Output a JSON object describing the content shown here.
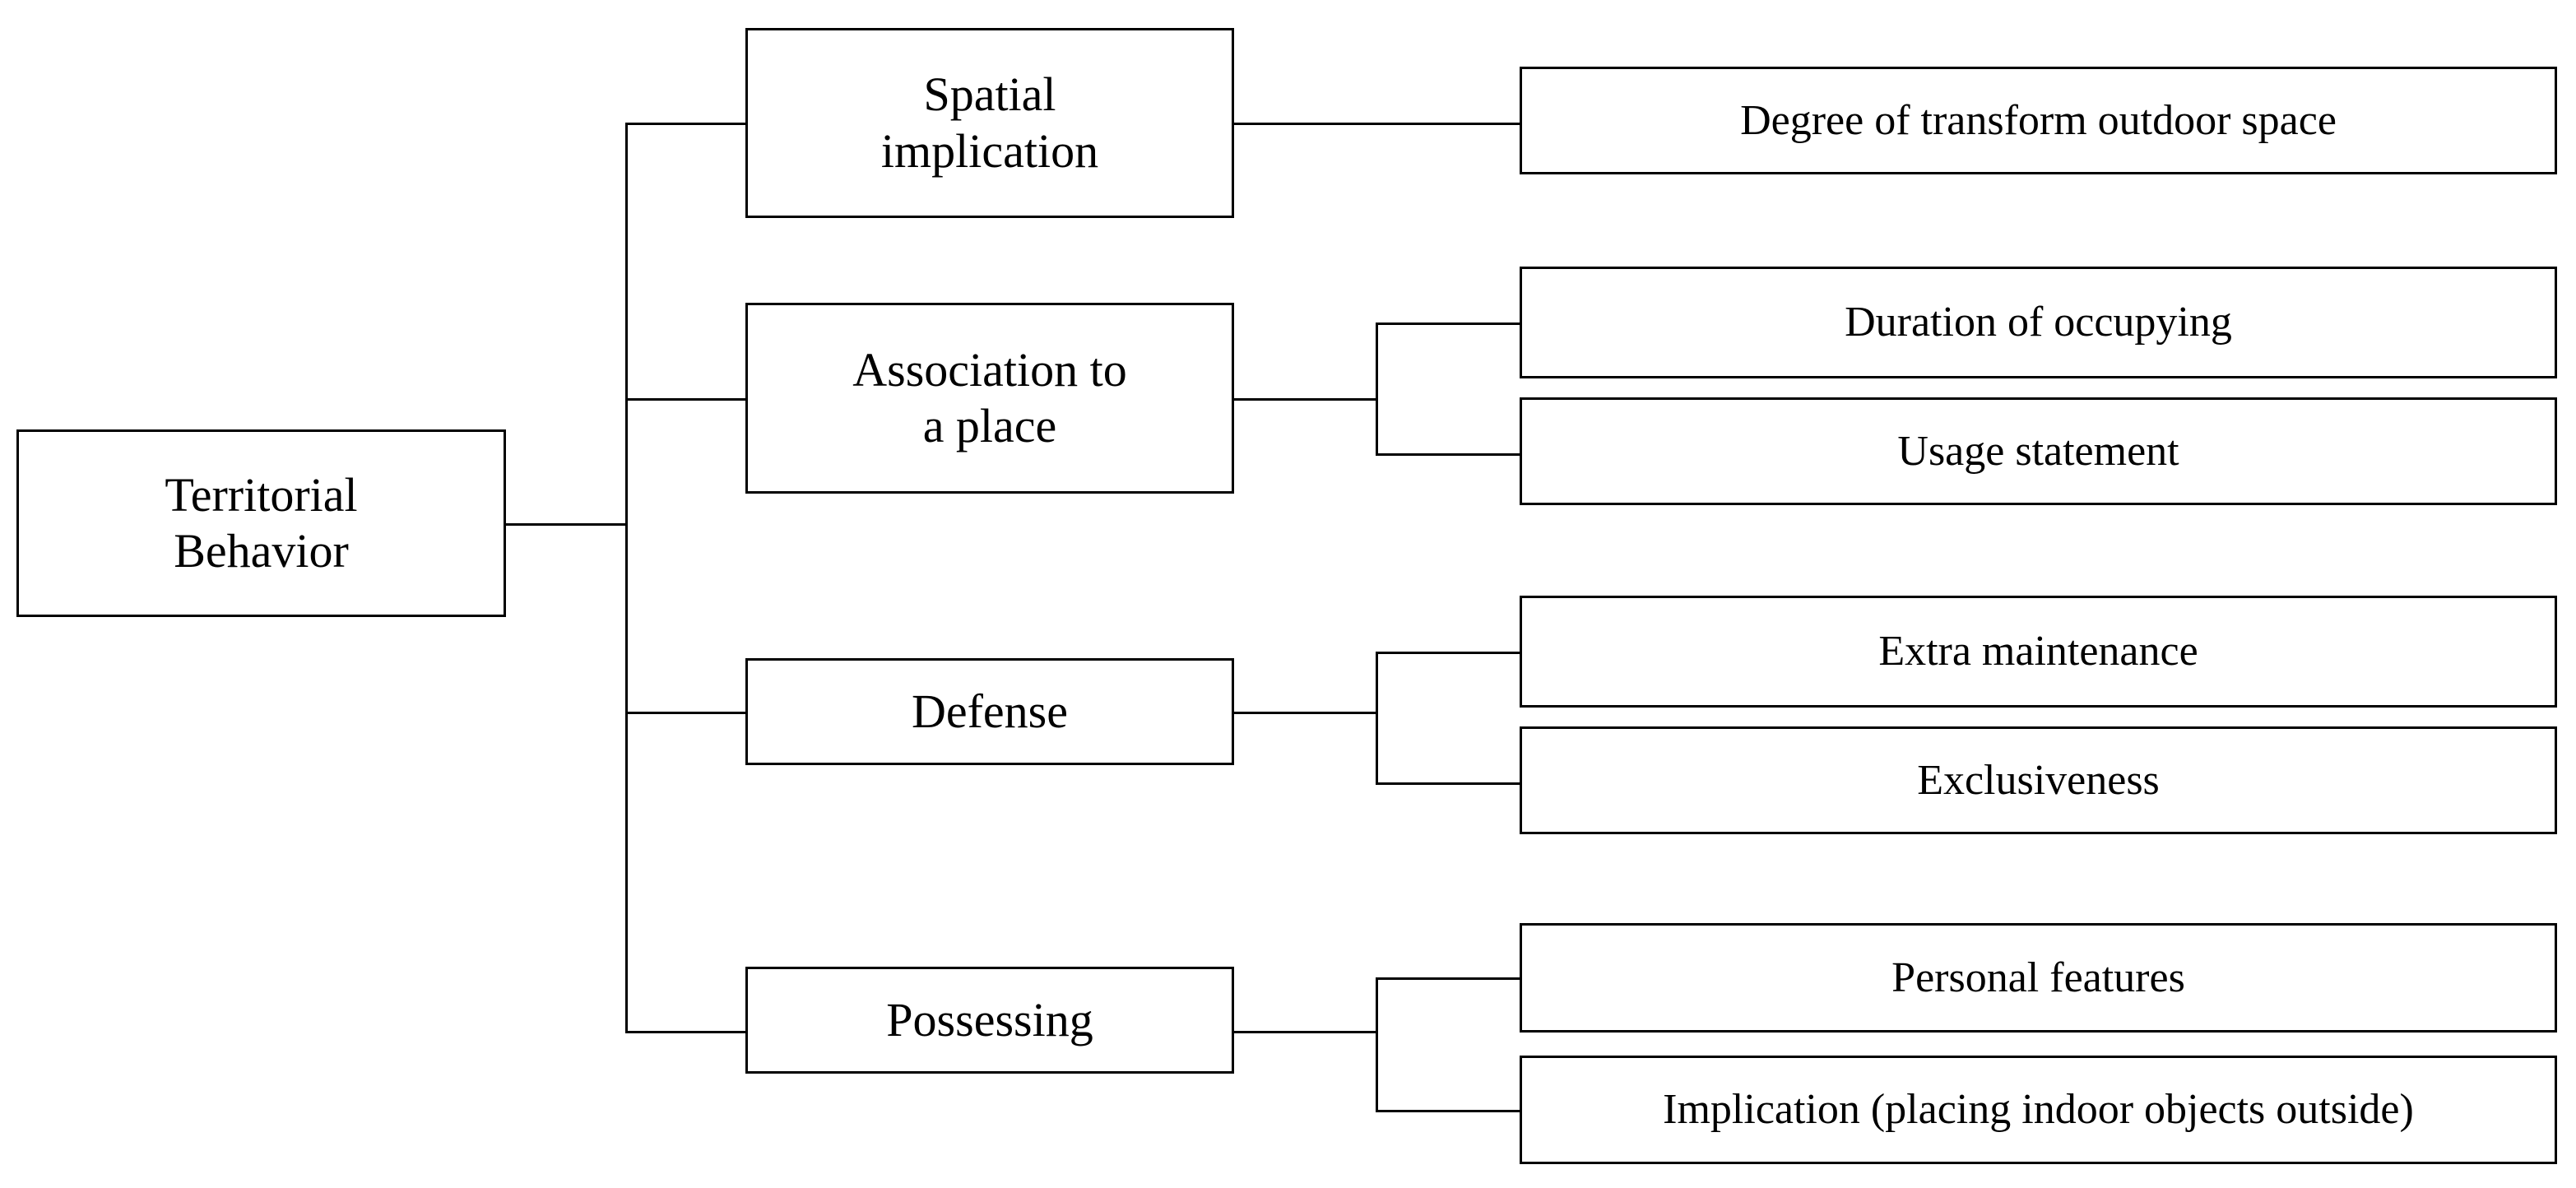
{
  "diagram": {
    "title": "Territorial Behavior",
    "type": "hierarchy-tree",
    "orientation": "left-to-right",
    "colors": {
      "background": "#ffffff",
      "stroke": "#000000",
      "text": "#000000"
    },
    "root": {
      "label": "Territorial\nBehavior"
    },
    "branches": [
      {
        "label": "Spatial\nimplication",
        "leaves": [
          {
            "label": "Degree of transform outdoor space"
          }
        ]
      },
      {
        "label": "Association to\na place",
        "leaves": [
          {
            "label": "Duration of occupying"
          },
          {
            "label": "Usage statement"
          }
        ]
      },
      {
        "label": "Defense",
        "leaves": [
          {
            "label": "Extra maintenance"
          },
          {
            "label": "Exclusiveness"
          }
        ]
      },
      {
        "label": "Possessing",
        "leaves": [
          {
            "label": "Personal features"
          },
          {
            "label": "Implication (placing indoor objects outside)"
          }
        ]
      }
    ]
  }
}
